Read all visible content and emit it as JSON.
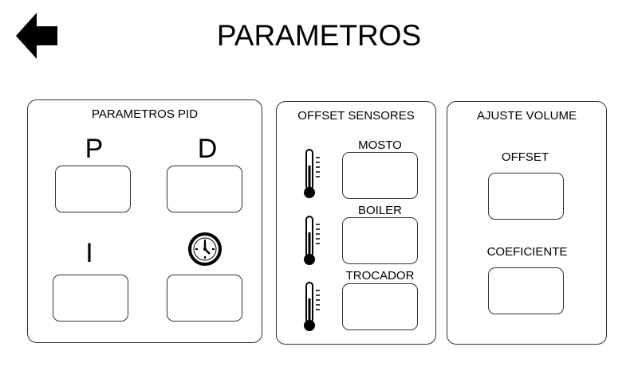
{
  "header": {
    "title": "PARAMETROS",
    "back_icon": "arrow-left-icon"
  },
  "pid": {
    "title": "PARAMETROS PID",
    "p_label": "P",
    "d_label": "D",
    "i_label": "I",
    "time_icon": "clock-icon",
    "p_value": "",
    "d_value": "",
    "i_value": "",
    "time_value": ""
  },
  "sensors": {
    "title": "OFFSET SENSORES",
    "icon": "thermometer-icon",
    "mosto_label": "MOSTO",
    "boiler_label": "BOILER",
    "trocador_label": "TROCADOR",
    "mosto_value": "",
    "boiler_value": "",
    "trocador_value": ""
  },
  "volume": {
    "title": "AJUSTE VOLUME",
    "offset_label": "OFFSET",
    "coef_label": "COEFICIENTE",
    "offset_value": "",
    "coef_value": ""
  }
}
